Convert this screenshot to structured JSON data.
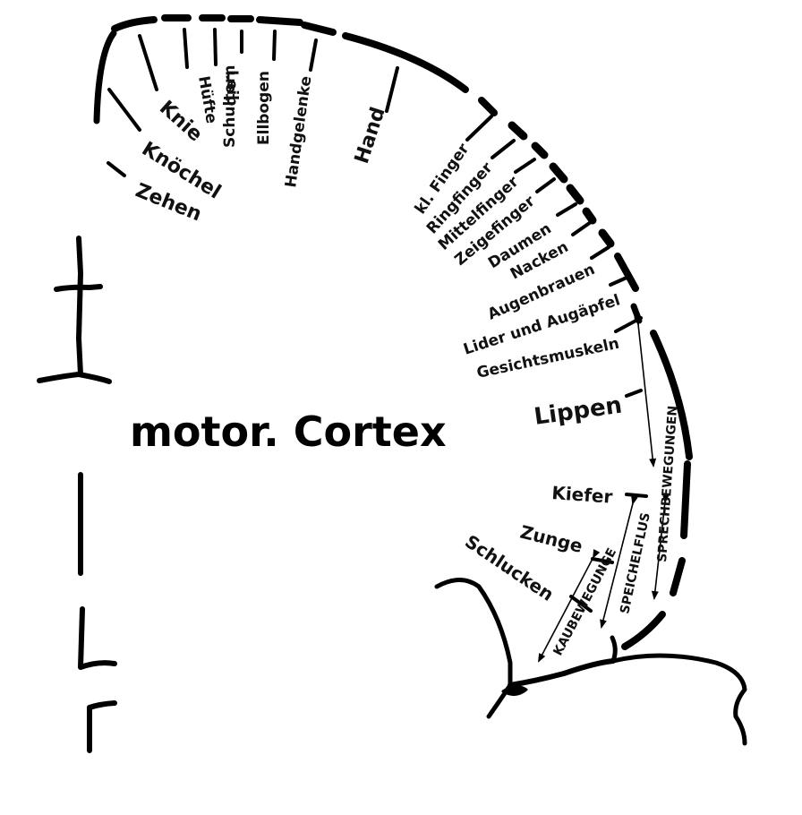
{
  "title": "motor. Cortex",
  "body_parts": {
    "zehen": "Zehen",
    "knoechel": "Knöchel",
    "knie": "Knie",
    "huefte": "Hüfte",
    "leib": "Leib",
    "schultern": "Schultern",
    "ellbogen": "Ellbogen",
    "handgelenke": "Handgelenke",
    "hand": "Hand",
    "kl_finger": "kl. Finger",
    "ringfinger": "Ringfinger",
    "mittelfinger": "Mittelfinger",
    "zeigefinger": "Zeigefinger",
    "daumen": "Daumen",
    "nacken": "Nacken",
    "augenbrauen": "Augenbrauen",
    "lider": "Lider und Augäpfel",
    "gesichtsmuskeln": "Gesichtsmuskeln",
    "lippen": "Lippen",
    "kiefer": "Kiefer",
    "zunge": "Zunge",
    "schlucken": "Schlucken"
  },
  "functions": {
    "sprechbewegungen": "SPRECHBEWEGUNGEN",
    "speichelfluss": "SPEICHELFLUS",
    "kaubewegungen": "KAUBEWEGUNGE"
  },
  "colors": {
    "ink": "#000000",
    "background": "#ffffff"
  }
}
